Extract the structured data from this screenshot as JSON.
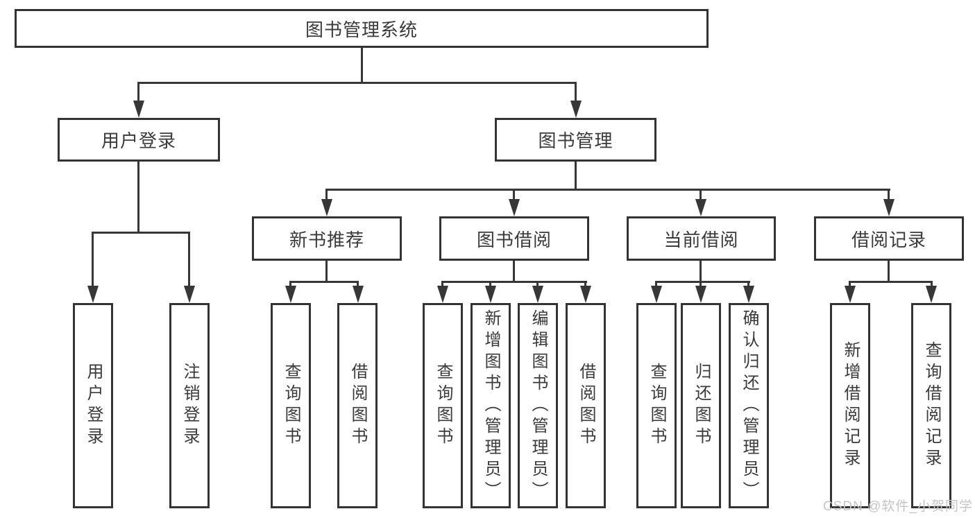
{
  "diagram": {
    "type": "hierarchy-flowchart",
    "tree": {
      "root": {
        "label": "图书管理系统",
        "children": [
          {
            "label": "用户登录",
            "children": [
              {
                "label": "用户登录"
              },
              {
                "label": "注销登录"
              }
            ]
          },
          {
            "label": "图书管理",
            "children": [
              {
                "label": "新书推荐",
                "children": [
                  {
                    "label": "查询图书"
                  },
                  {
                    "label": "借阅图书"
                  }
                ]
              },
              {
                "label": "图书借阅",
                "children": [
                  {
                    "label": "查询图书"
                  },
                  {
                    "label": "新增图书（管理员）"
                  },
                  {
                    "label": "编辑图书（管理员）"
                  },
                  {
                    "label": "借阅图书"
                  }
                ]
              },
              {
                "label": "当前借阅",
                "children": [
                  {
                    "label": "查询图书"
                  },
                  {
                    "label": "归还图书"
                  },
                  {
                    "label": "确认归还（管理员）"
                  }
                ]
              },
              {
                "label": "借阅记录",
                "children": [
                  {
                    "label": "新增借阅记录"
                  },
                  {
                    "label": "查询借阅记录"
                  }
                ]
              }
            ]
          }
        ]
      }
    },
    "colors": {
      "line": "#373737",
      "border": "#333333",
      "text": "#3a3a3a",
      "box_fill": "#ffffff",
      "background": "#ffffff",
      "watermark": "#c5c5c5"
    }
  },
  "watermark": {
    "text": "CSDN @软件_小贺同学"
  }
}
